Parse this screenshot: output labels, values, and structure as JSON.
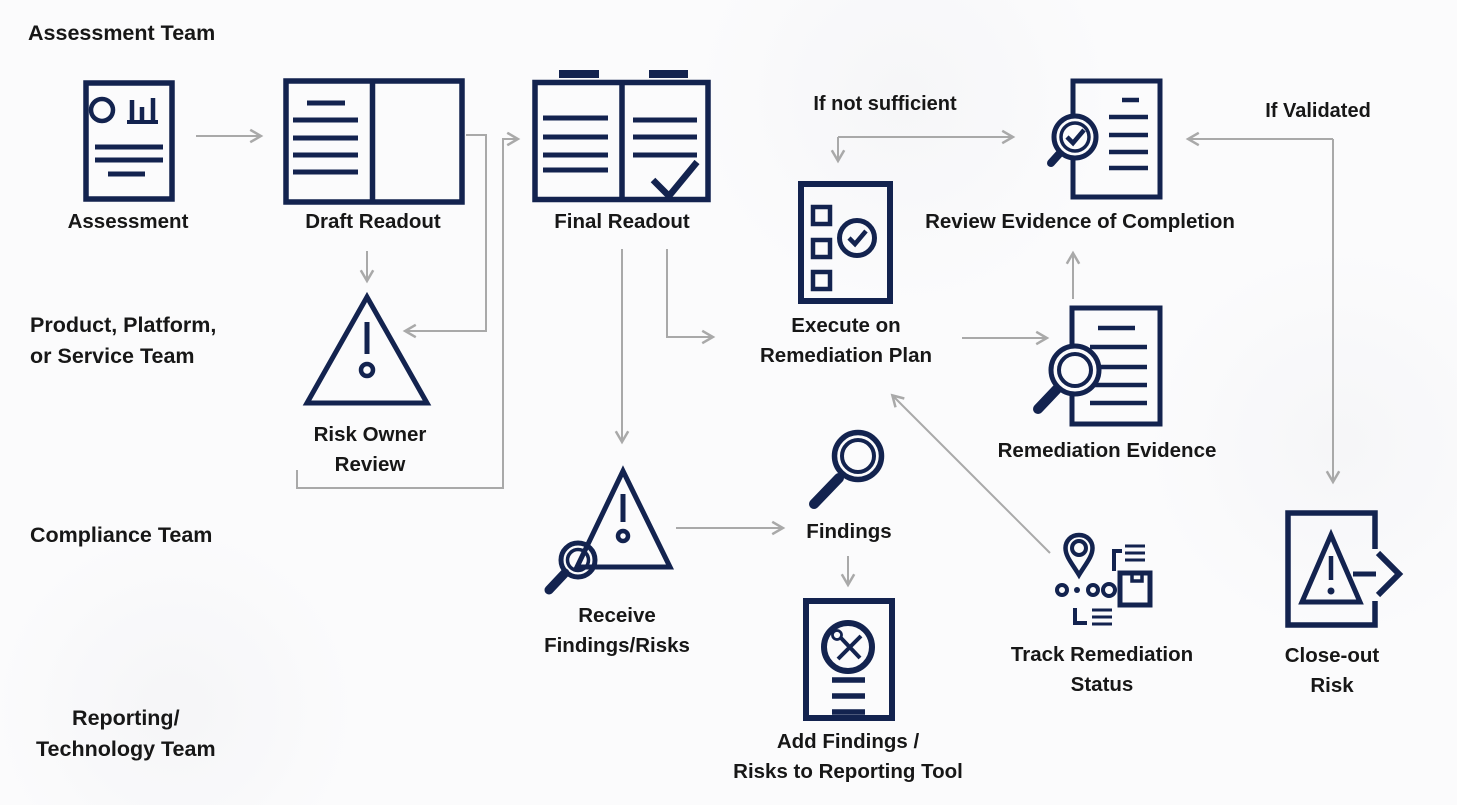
{
  "colors": {
    "icon_navy": "#13234f",
    "arrow_gray": "#a9a9a9",
    "text_black": "#1a1a1a",
    "background": "#fbfbfc"
  },
  "lanes": {
    "assessment_team": {
      "label": "Assessment Team"
    },
    "product_team": {
      "label": "Product, Platform,\nor Service Team"
    },
    "compliance_team": {
      "label": "Compliance Team"
    },
    "reporting_team": {
      "label": "Reporting/\nTechnology Team"
    }
  },
  "nodes": {
    "assessment": {
      "label": "Assessment",
      "icon": "report-document-icon"
    },
    "draft_readout": {
      "label": "Draft Readout",
      "icon": "open-book-icon"
    },
    "final_readout": {
      "label": "Final Readout",
      "icon": "open-book-check-icon"
    },
    "risk_owner_review": {
      "label": "Risk Owner\nReview",
      "icon": "warning-triangle-icon"
    },
    "receive_findings_risks": {
      "label": "Receive\nFindings/Risks",
      "icon": "warning-triangle-magnifier-icon"
    },
    "findings": {
      "label": "Findings",
      "icon": "magnifier-icon"
    },
    "add_findings_risks": {
      "label": "Add Findings /\nRisks to Reporting Tool",
      "icon": "document-tools-icon"
    },
    "execute_remediation_plan": {
      "label": "Execute on\nRemediation Plan",
      "icon": "checklist-check-icon"
    },
    "review_evidence": {
      "label": "Review Evidence of Completion",
      "icon": "document-magnifier-check-icon"
    },
    "remediation_evidence": {
      "label": "Remediation Evidence",
      "icon": "document-magnifier-icon"
    },
    "track_remediation_status": {
      "label": "Track Remediation\nStatus",
      "icon": "shipment-tracking-icon"
    },
    "close_out_risk": {
      "label": "Close-out\nRisk",
      "icon": "risk-exit-icon"
    }
  },
  "edge_labels": {
    "if_not_sufficient": {
      "label": "If not sufficient"
    },
    "if_validated": {
      "label": "If Validated"
    }
  }
}
